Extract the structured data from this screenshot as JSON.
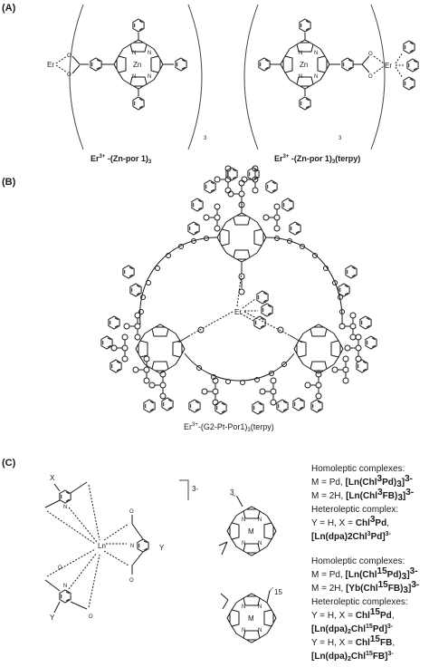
{
  "panel_a": {
    "label": "(A)",
    "left_complex": {
      "metal": "Er",
      "center_metal": "Zn",
      "n_label": "N",
      "multiplier": "3",
      "caption_prefix": "Er",
      "caption_sup": "3+",
      "caption_suffix": " -(Zn-por 1)",
      "caption_sub": "3"
    },
    "right_complex": {
      "metal": "Er",
      "center_metal": "Zn",
      "n_label": "N",
      "multiplier": "3",
      "caption_prefix": "Er",
      "caption_sup": "3+",
      "caption_suffix": " -(Zn-por 1)",
      "caption_sub": "3",
      "caption_tail": "(terpy)"
    }
  },
  "panel_b": {
    "label": "(B)",
    "metal": "Er",
    "caption_prefix": "Er",
    "caption_sup": "3+",
    "caption_mid": "-(G2-Pt-Por1)",
    "caption_sub": "3",
    "caption_tail": "(terpy)"
  },
  "panel_c": {
    "label": "(C)",
    "charge": "3-",
    "ln_label": "Ln",
    "x_label": "X",
    "y_label": "Y",
    "m_label": "M",
    "n_label": "N",
    "pos3": "3",
    "pos15": "15",
    "text_block_1": {
      "heading": "Homoleptic complexes:",
      "line1_prefix": "M = Pd, ",
      "line1_formula": "[Ln(Chl",
      "line1_sup": "3",
      "line1_formula2": "Pd)",
      "line1_sub": "3",
      "line1_charge": "]",
      "line1_charge_sup": "3-",
      "line2_prefix": "M = 2H, ",
      "line2_formula": "[Ln(Chl",
      "line2_sup": "3",
      "line2_formula2": "FB)",
      "line2_sub": "3",
      "line2_charge": "]",
      "line2_charge_sup": "3-",
      "hetero_heading": "Heteroleptic complex:",
      "line3_prefix": "Y = H, X = ",
      "line3_formula": "Chl",
      "line3_sup": "3",
      "line3_formula2": "Pd",
      "line3_comma": ",",
      "line4_formula": "[Ln(dpa)2Chl",
      "line4_sup": "3",
      "line4_formula2": "Pd]",
      "line4_charge_sup": "3-"
    },
    "text_block_2": {
      "heading": "Homoleptic complexes:",
      "line1_prefix": "M = Pd, ",
      "line1_formula": "[Ln(Chl",
      "line1_sup": "15",
      "line1_formula2": "Pd)",
      "line1_sub": "3",
      "line1_charge": "]",
      "line1_charge_sup": "3-",
      "line2_prefix": "M = 2H, ",
      "line2_formula": "[Yb(Chl",
      "line2_sup": "15",
      "line2_formula2": "FB)",
      "line2_sub": "3",
      "line2_charge": "]",
      "line2_charge_sup": "3-",
      "hetero_heading": "Heteroleptic complexes:",
      "line3_prefix": "Y = H, X = ",
      "line3_formula": "Chl",
      "line3_sup": "15",
      "line3_formula2": "Pd",
      "line3_comma": ",",
      "line4_formula": "[Ln(dpa)",
      "line4_sub": "2",
      "line4_formula2": "Chl",
      "line4_sup": "15",
      "line4_formula3": "Pd]",
      "line4_charge_sup": "3-",
      "line5_prefix": "Y = H, X = ",
      "line5_formula": "Chl",
      "line5_sup": "15",
      "line5_formula2": "FB",
      "line5_comma": ",",
      "line6_formula": "[Ln(dpa)",
      "line6_sub": "2",
      "line6_formula2": "Chl",
      "line6_sup": "15",
      "line6_formula3": "FB]",
      "line6_charge_sup": "3-"
    }
  }
}
